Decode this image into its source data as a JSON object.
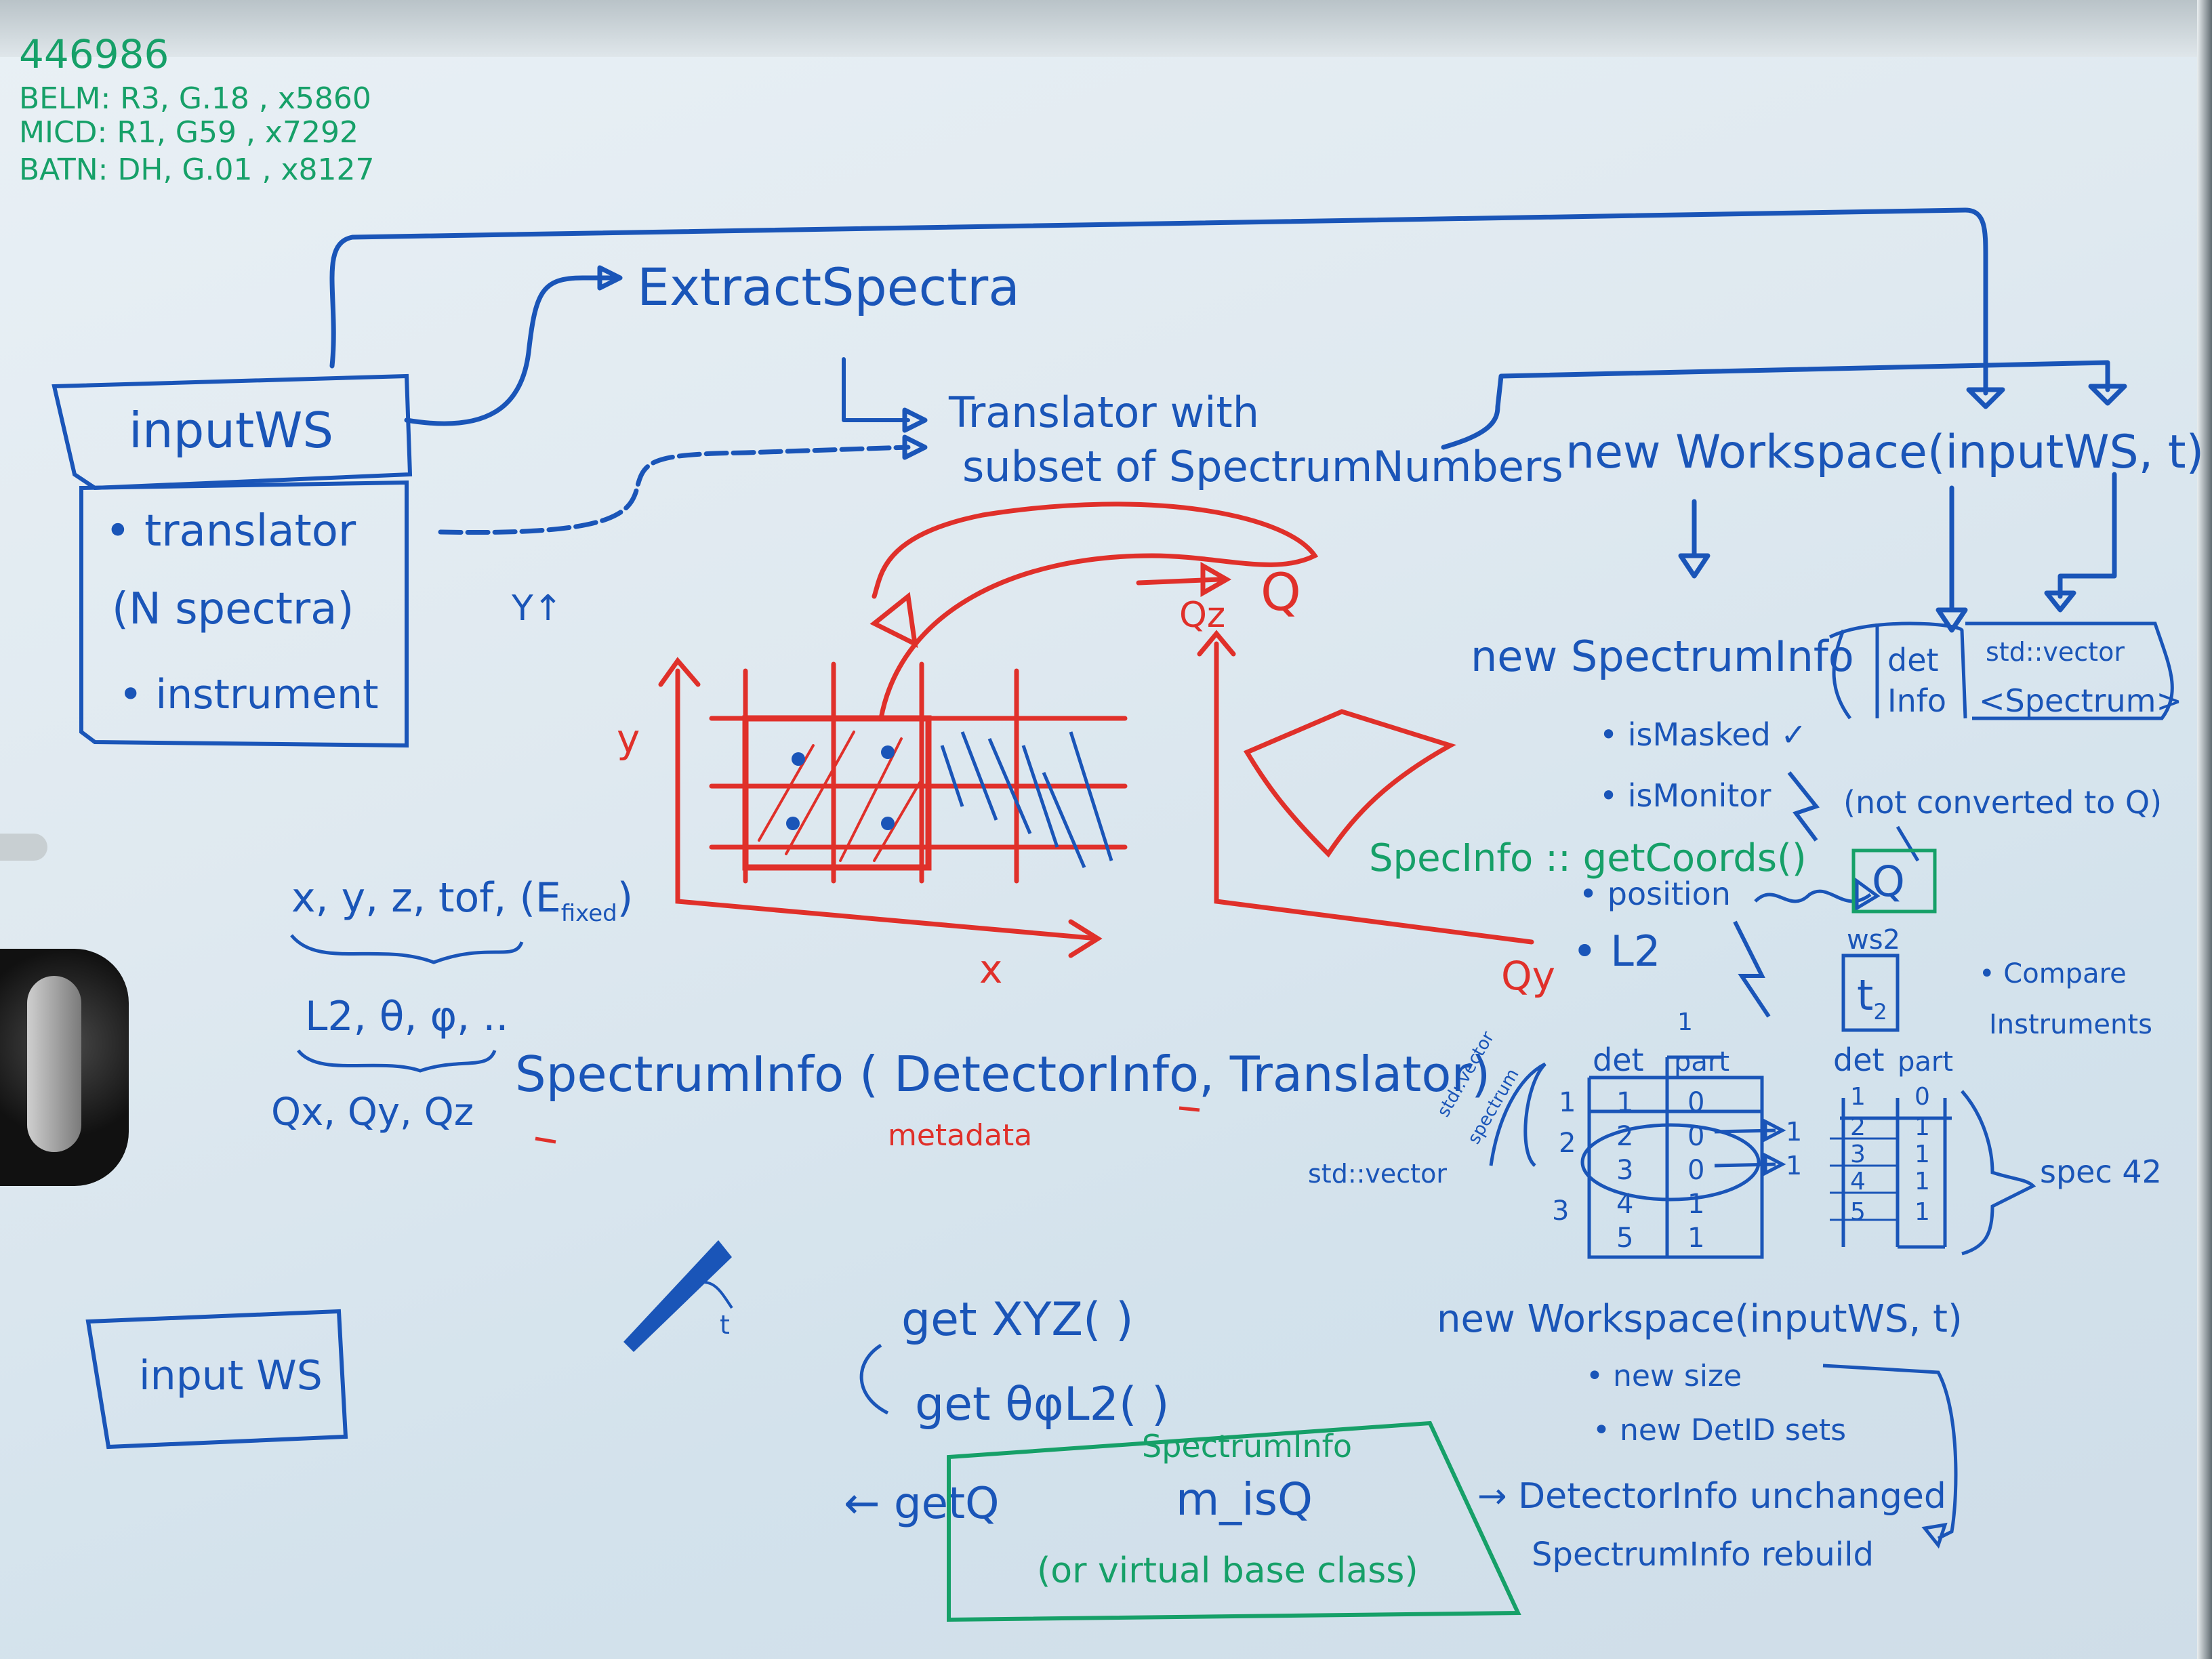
{
  "header_notes": {
    "line1": "446986",
    "line2": "BELM: R3, G.18 , x5860",
    "line3": "MICD: R1, G59 , x7292",
    "line4": "BATN: DH, G.01 , x8127"
  },
  "top_flow": {
    "extract": "ExtractSpectra",
    "translator_line1": "Translator with",
    "translator_line2": "subset of SpectrumNumbers",
    "new_workspace": "new Workspace(inputWS, t)"
  },
  "input_box": {
    "title": "inputWS",
    "bullet1a": "• translator",
    "bullet1b": "(N spectra)",
    "bullet2": "• instrument",
    "y_arrow": "Y↑"
  },
  "plot_labels": {
    "y": "y",
    "x": "x",
    "q": "Q",
    "qz": "Qz",
    "qy": "Qy"
  },
  "coords": {
    "line1": "x, y, z, tof, (E",
    "fixed": "fixed",
    "line1_end": ")",
    "line2": "L2, θ, φ, ..",
    "line3": "Qx, Qy, Qz"
  },
  "spectrum_info_ctor": {
    "text": "SpectrumInfo ( DetectorInfo, Translator)",
    "note": "metadata"
  },
  "right_panel": {
    "new_spectrum_info": "new SpectrumInfo",
    "is_masked": "• isMasked ✓",
    "is_monitor": "• isMonitor",
    "not_converted": "(not converted to Q)",
    "get_coords": "SpecInfo :: getCoords()",
    "position": "• position",
    "l2": "• L2",
    "q_box": "Q",
    "det_info_a": "det",
    "det_info_b": "Info",
    "std_vector_a": "std::vector",
    "std_vector_b": "<Spectrum>",
    "ws2": "ws2",
    "t2": "t",
    "t2_sub": "2",
    "compare1": "• Compare",
    "compare2": "Instruments"
  },
  "tables": {
    "left_head_det": "det",
    "left_head_part": "part",
    "left_det": [
      "1",
      "2",
      "3",
      "4",
      "5"
    ],
    "left_part": [
      "0",
      "0",
      "0",
      "1",
      "1"
    ],
    "left_arrows": [
      "1",
      "1"
    ],
    "groups": [
      "1",
      "2",
      "3"
    ],
    "std_vector_label": "std::vector",
    "bracket_label1": "std::vector",
    "bracket_label2": "spectrum",
    "right_head_det": "det",
    "right_head_part": "part",
    "right_det": [
      "1",
      "2",
      "3",
      "4",
      "5"
    ],
    "right_part": [
      "0",
      "1",
      "1",
      "1",
      "1"
    ],
    "spec42": "spec 42",
    "top_mark": "1"
  },
  "bottom_right": {
    "new_workspace2": "new Workspace(inputWS, t)",
    "new_size": "• new size",
    "new_det_id": "• new DetID sets",
    "det_unchanged": "→ DetectorInfo unchanged",
    "spec_rebuild": "SpectrumInfo rebuild"
  },
  "bottom_left": {
    "input_ws": "input WS",
    "t": "t",
    "get_xyz": "get XYZ( )",
    "get_theta": "get θφL2( )",
    "get_q": "← getQ",
    "spectrum_info": "SpectrumInfo",
    "m_isq": "m_isQ",
    "virtual_base": "(or virtual base class)"
  },
  "colors": {
    "blue_marker": "#1a55b8",
    "red_marker": "#e0302a",
    "green_marker": "#16a068"
  }
}
